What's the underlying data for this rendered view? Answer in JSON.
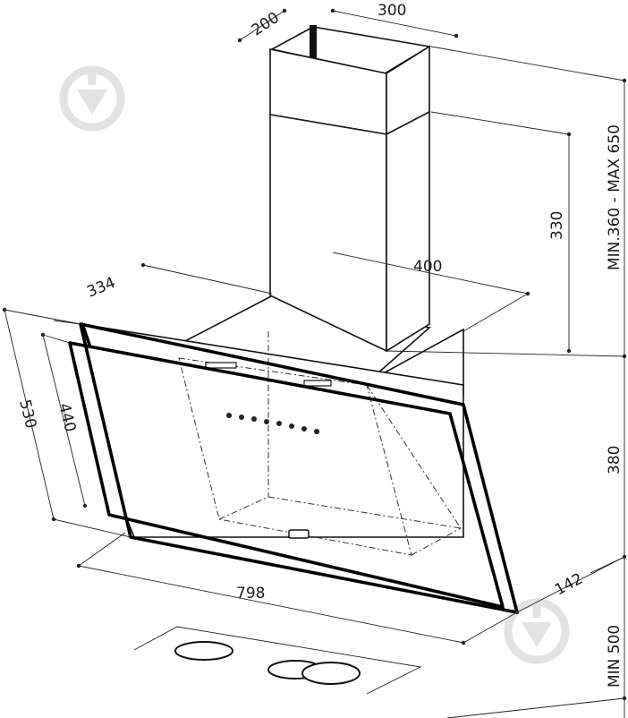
{
  "dimensions": {
    "chimney_depth": "200",
    "chimney_width": "300",
    "chimney_height_range": "MIN.360 - MAX 650",
    "chimney_inner": "330",
    "mount_width": "400",
    "mount_depth": "334",
    "panel_outer_height": "530",
    "panel_inner_height": "440",
    "hood_height": "380",
    "hood_width": "798",
    "bottom_depth": "142",
    "min_clearance": "MIN 500"
  },
  "colors": {
    "line": "#111111",
    "watermark": "#e3e3e3"
  },
  "icons": [
    "watermark-logo-icon",
    "watermark-logo-icon"
  ]
}
